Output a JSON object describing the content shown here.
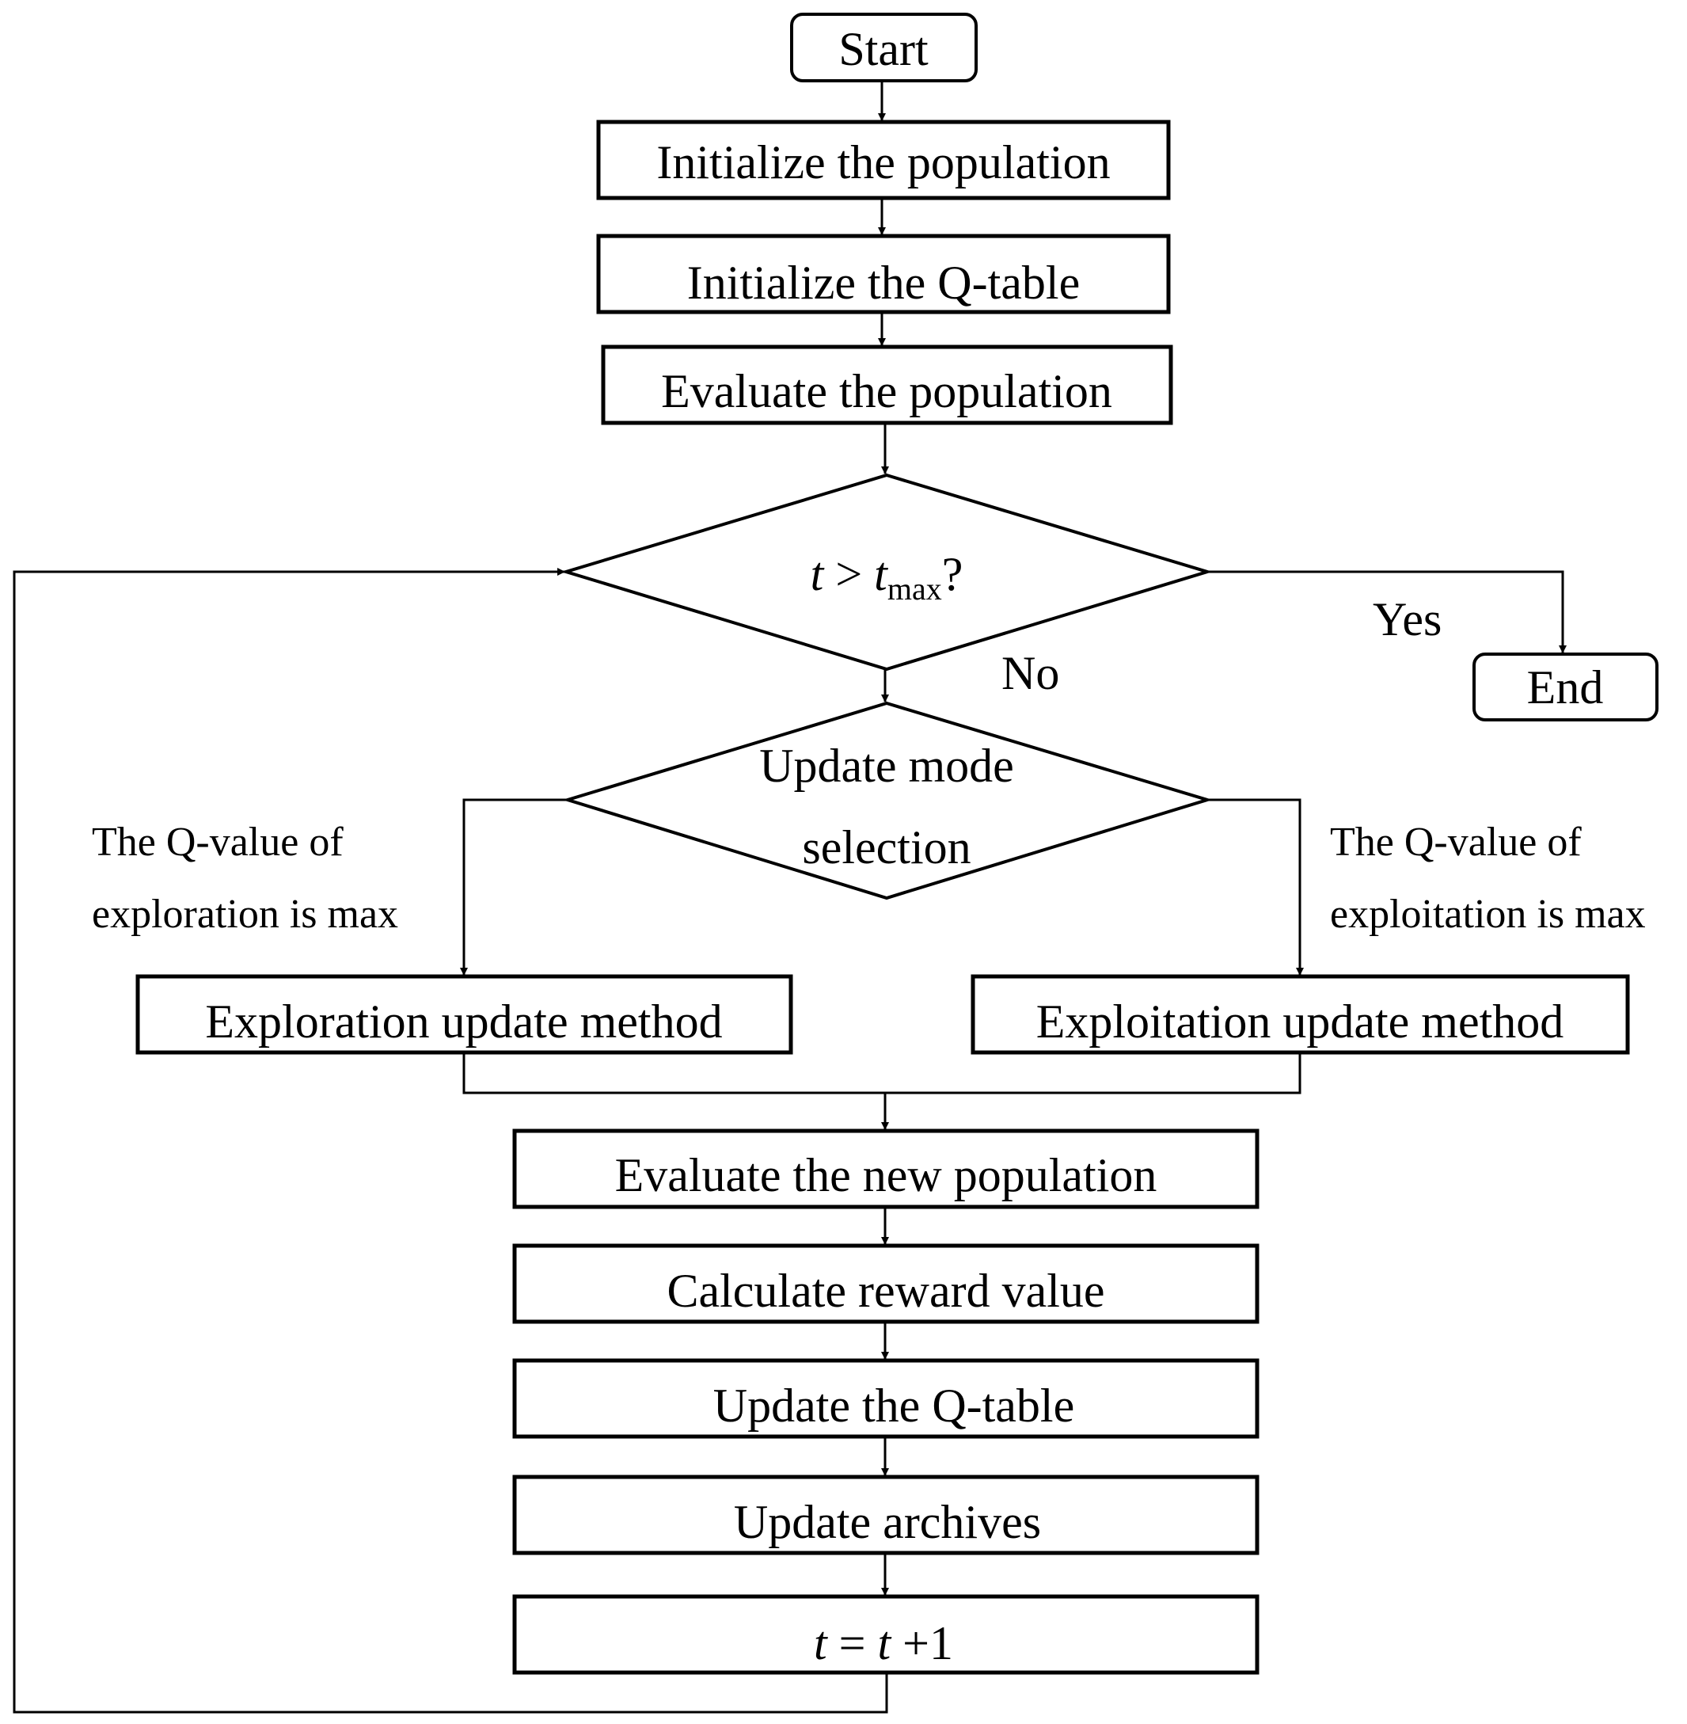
{
  "nodes": {
    "start": "Start",
    "init_population": "Initialize the population",
    "init_qtable": "Initialize the Q-table",
    "evaluate_population": "Evaluate the population",
    "decision_condition": {
      "var": "t",
      "op": " > ",
      "bound": "t",
      "bound_sub": "max",
      "suffix": "?"
    },
    "end": "End",
    "mode_selection": [
      "Update mode",
      "selection"
    ],
    "exploration_method": "Exploration update method",
    "exploitation_method": "Exploitation update method",
    "evaluate_new_population": "Evaluate the new population",
    "calc_reward": "Calculate reward value",
    "update_qtable": "Update the Q-table",
    "update_archives": "Update archives",
    "increment": {
      "lhs": "t",
      "mid": " = ",
      "var": "t",
      "rhs": " +1"
    }
  },
  "edge_labels": {
    "yes": "Yes",
    "no": "No",
    "exploration_condition": [
      "The Q-value of",
      "exploration is max"
    ],
    "exploitation_condition": [
      "The Q-value of",
      "exploitation is max"
    ]
  },
  "colors": {
    "stroke": "#000000",
    "background": "#ffffff"
  }
}
